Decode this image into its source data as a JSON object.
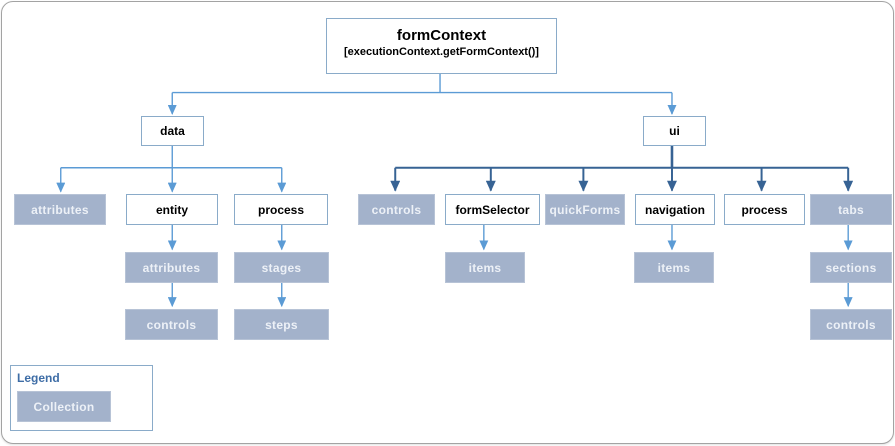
{
  "nodes": {
    "formContext": {
      "label": "formContext",
      "sublabel": "[executionContext.getFormContext()]"
    },
    "data": {
      "label": "data"
    },
    "ui": {
      "label": "ui"
    },
    "data_attributes": {
      "label": "attributes"
    },
    "entity": {
      "label": "entity"
    },
    "data_process": {
      "label": "process"
    },
    "entity_attributes": {
      "label": "attributes"
    },
    "entity_controls": {
      "label": "controls"
    },
    "process_stages": {
      "label": "stages"
    },
    "process_steps": {
      "label": "steps"
    },
    "ui_controls": {
      "label": "controls"
    },
    "formSelector": {
      "label": "formSelector"
    },
    "quickForms": {
      "label": "quickForms"
    },
    "navigation": {
      "label": "navigation"
    },
    "ui_process": {
      "label": "process"
    },
    "tabs": {
      "label": "tabs"
    },
    "formSelector_items": {
      "label": "items"
    },
    "navigation_items": {
      "label": "items"
    },
    "tabs_sections": {
      "label": "sections"
    },
    "sections_controls": {
      "label": "controls"
    }
  },
  "legend": {
    "title": "Legend",
    "collection_label": "Collection"
  },
  "colors": {
    "connector_light": "#5B9BD5",
    "connector_dark": "#376394",
    "collection_fill": "#A3B2CB",
    "collection_border": "#B7C3D6",
    "collection_text": "#EDF1F7",
    "object_border": "#8AABC9",
    "legend_title": "#3E6DA6",
    "frame_border": "#A3A3A3"
  }
}
